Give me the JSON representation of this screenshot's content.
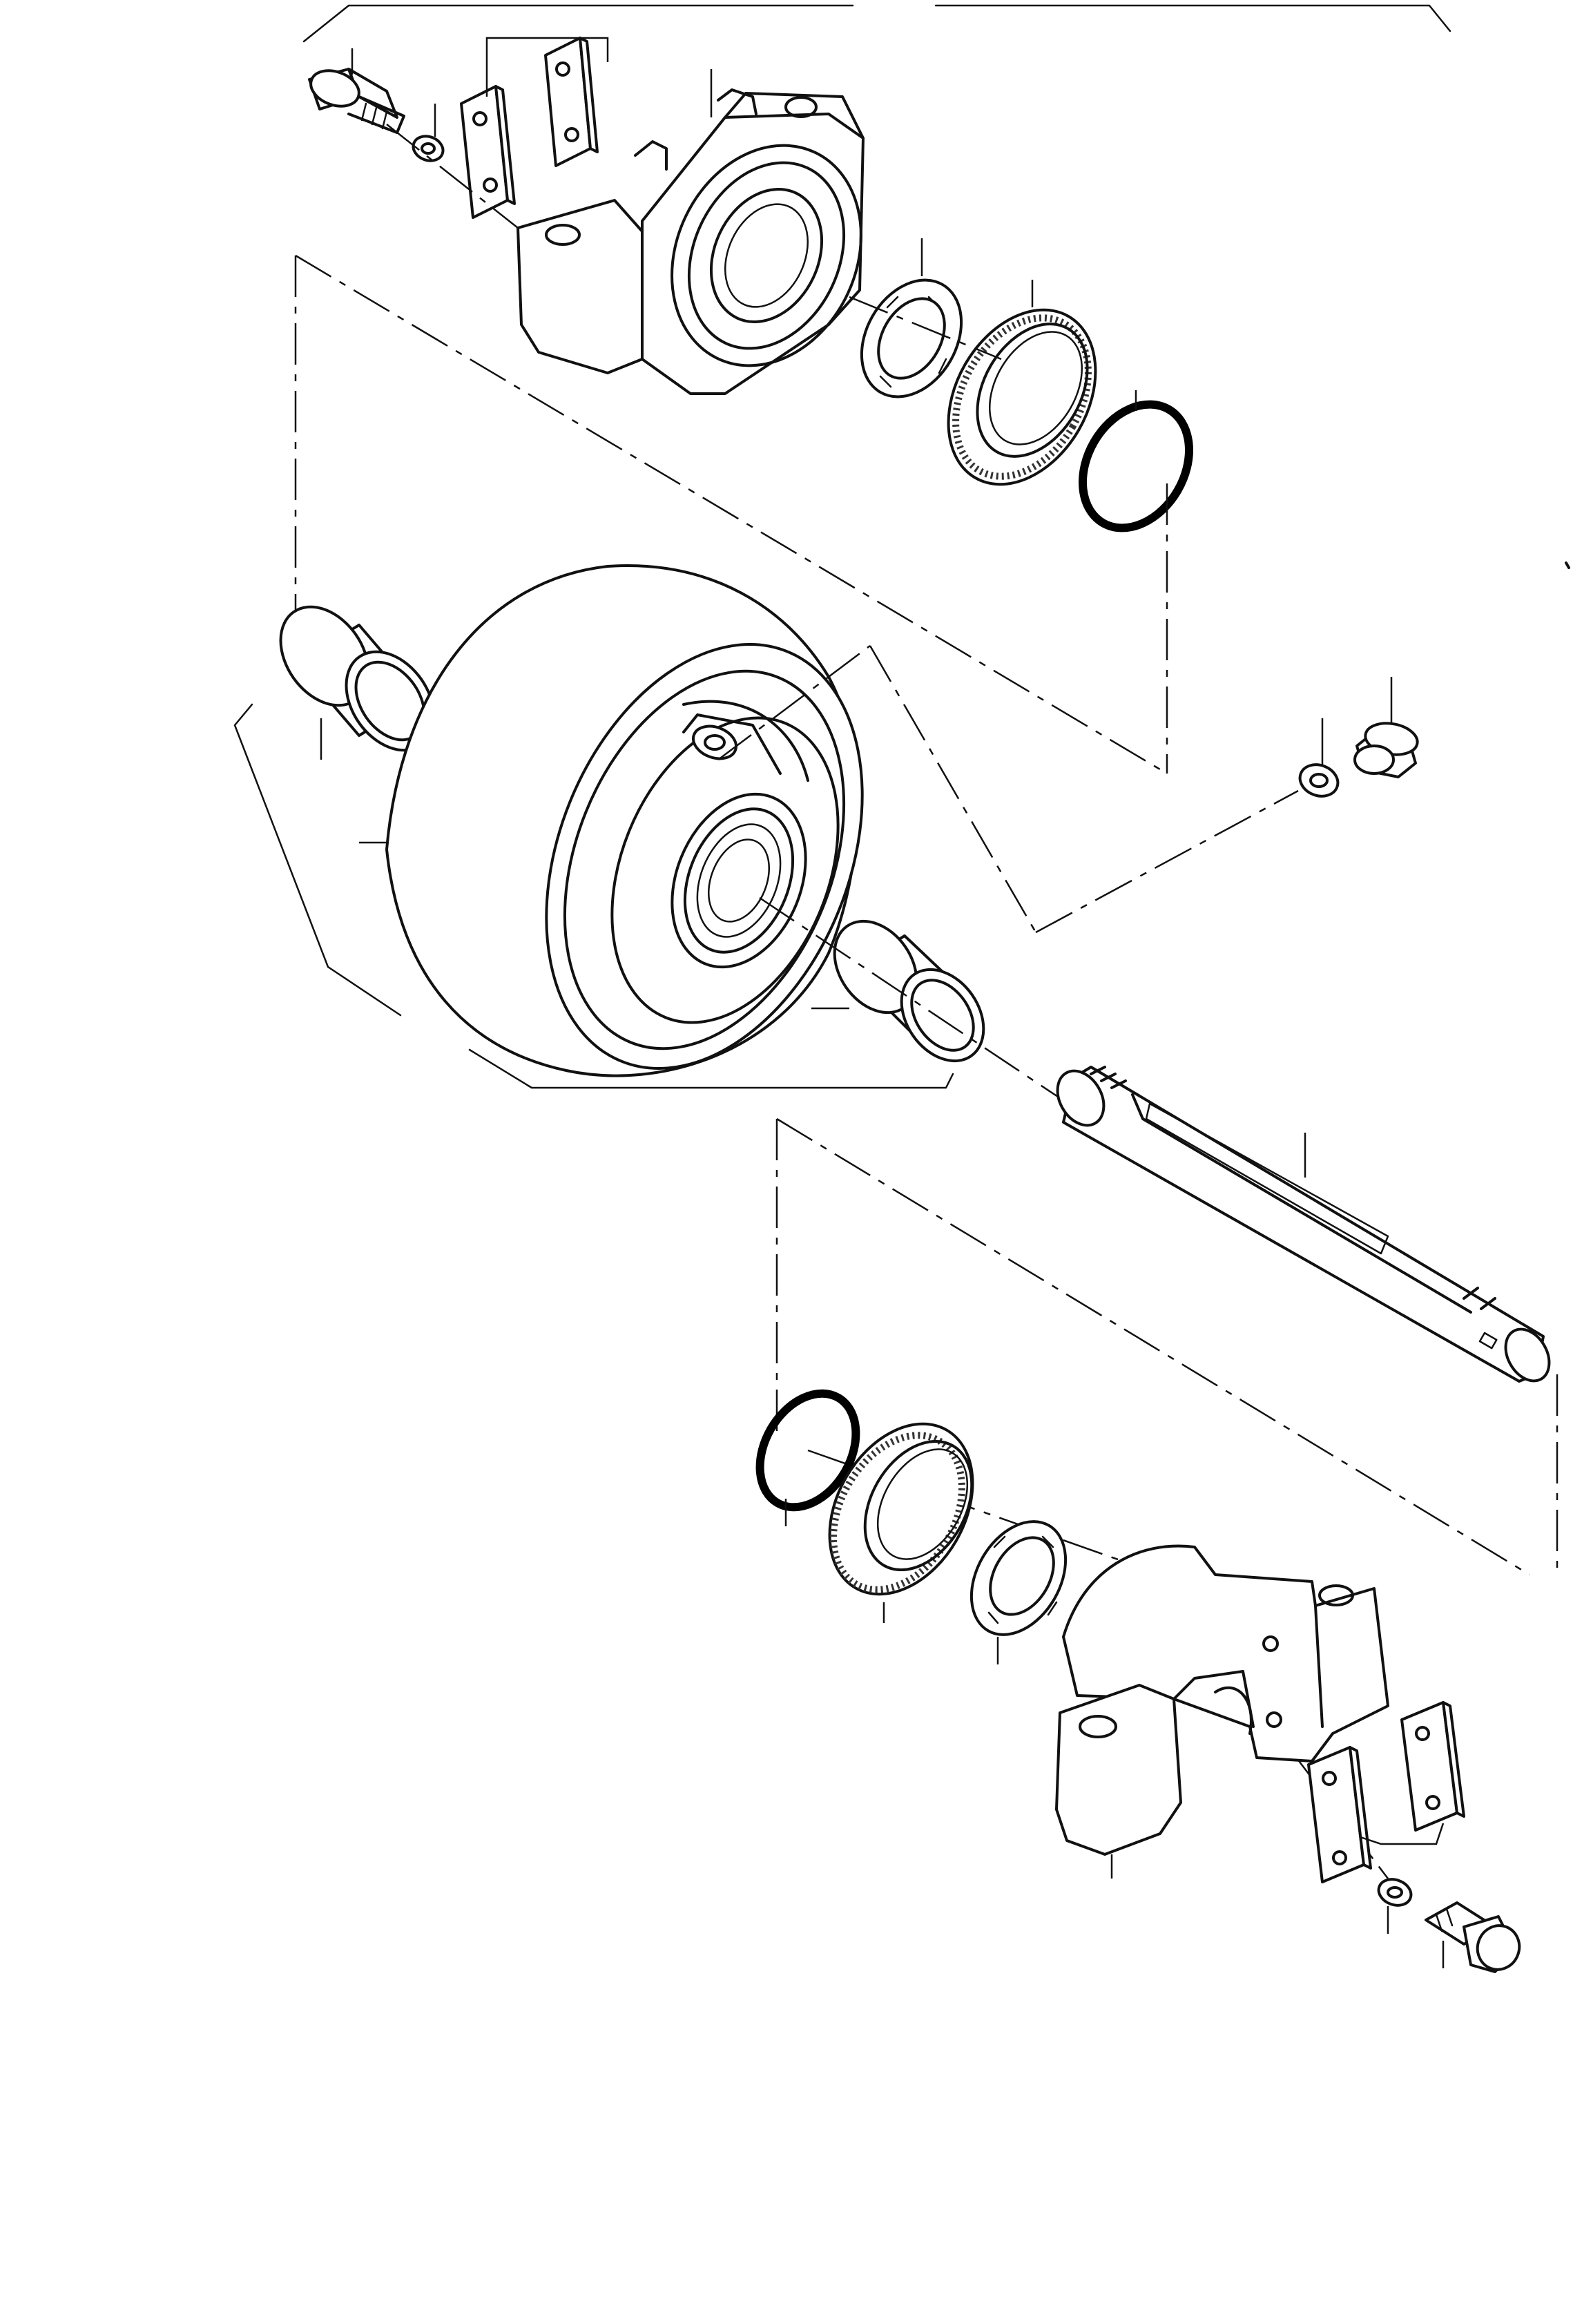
{
  "diagram": {
    "kind": "exploded-parts-view",
    "colors": {
      "ink": "#111111",
      "background": "#ffffff"
    },
    "parts": [
      "bolt-upper",
      "washer-upper",
      "shim-plate-upper-a",
      "shim-plate-upper-b",
      "bearing-housing-upper",
      "seal-retainer-upper",
      "floating-seal-upper",
      "o-ring-upper",
      "bushing-left",
      "roller-wheel",
      "bushing-right",
      "plug-washer",
      "plug",
      "roller-shaft",
      "o-ring-lower",
      "floating-seal-lower",
      "seal-retainer-lower",
      "bearing-housing-lower",
      "shim-plate-lower-a",
      "shim-plate-lower-b",
      "washer-lower",
      "bolt-lower"
    ]
  }
}
